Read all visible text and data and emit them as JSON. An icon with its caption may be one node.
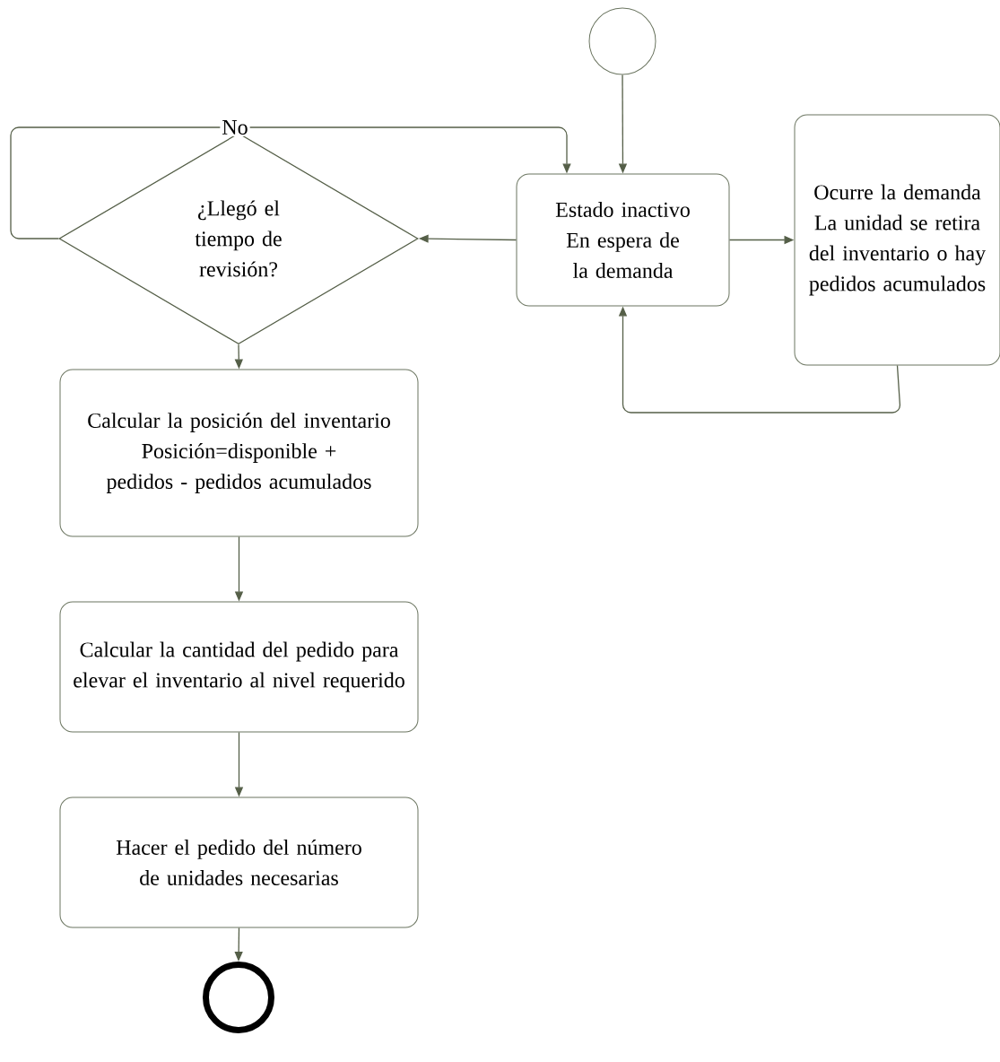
{
  "diagram": {
    "nodes": [
      {
        "text": [],
        "shape": "circle"
      },
      {
        "text": [
          "Estado inactivo",
          "En espera de la demanda"
        ]
      },
      {
        "text": [
          "Ocurre la demanda",
          "La unidad se retira del inventario o hay pedidos acumulados"
        ]
      },
      {
        "text": [
          "¿Llegó el tiempo de revisión?"
        ]
      },
      {
        "text": [
          "Calcular la posición del inventario",
          "Posición=disponible + pedidos - pedidos acumulados"
        ]
      },
      {
        "text": [
          "Calcular la cantidad del pedido para elevar el inventario al nivel requerido"
        ]
      },
      {
        "text": [
          "Hacer el pedido del número de unidades necesarias"
        ]
      },
      {
        "text": [],
        "shape": "circle"
      }
    ],
    "edges": [
      {
        "from": 0,
        "to": 1,
        "arrow": "to"
      },
      {
        "from": 1,
        "to": 3,
        "arrow": "to"
      },
      {
        "from": 1,
        "to": 2,
        "arrow": "to"
      },
      {
        "from": 2,
        "to": 1,
        "arrow": "to"
      },
      {
        "from": 3,
        "to": 1,
        "arrow": "to",
        "label": "No"
      },
      {
        "from": 3,
        "to": 4,
        "arrow": "to"
      },
      {
        "from": 4,
        "to": 5,
        "arrow": "to"
      },
      {
        "from": 5,
        "to": 6,
        "arrow": "to"
      },
      {
        "from": 6,
        "to": 7,
        "arrow": "to"
      }
    ]
  }
}
